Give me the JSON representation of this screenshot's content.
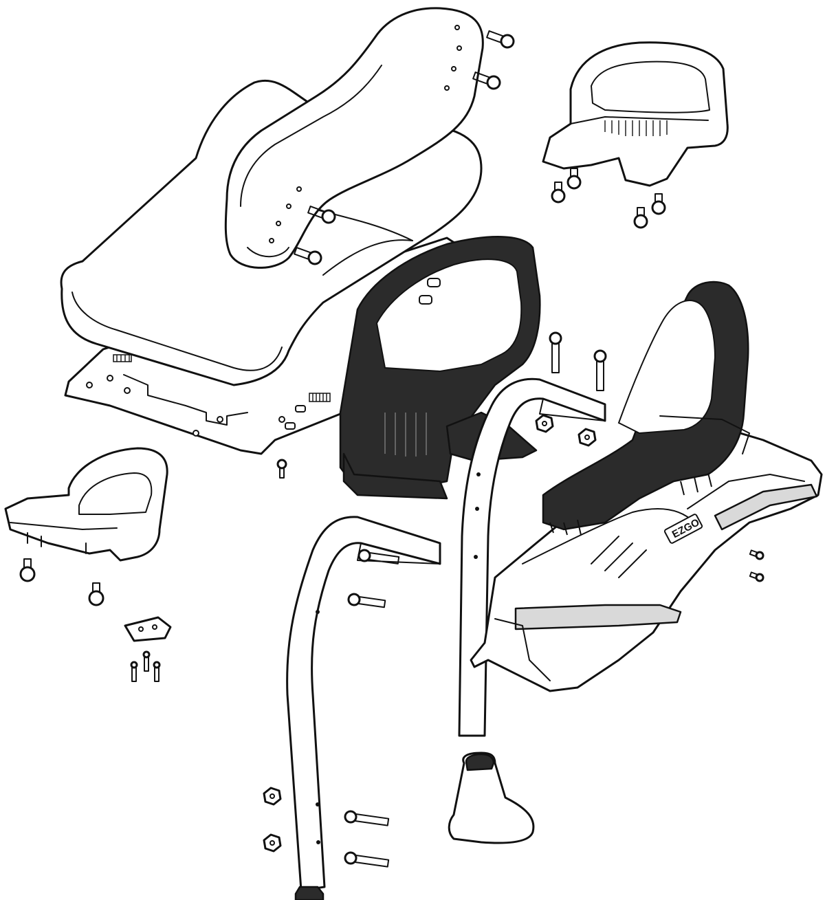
{
  "diagram": {
    "logo_text": "EZGO",
    "colors": {
      "outline": "#111111",
      "dark_part": "#2b2b2b",
      "light_fill": "#ffffff",
      "band": "#d9d9d9"
    },
    "parts": [
      "seat-bottom-cushion",
      "seat-back-cushion",
      "seat-support-plate",
      "hip-restraint-left-light",
      "hip-restraint-right-light",
      "hip-restraint-dark-left",
      "hip-restraint-dark-right",
      "seat-frame-assembly",
      "grab-bar-left",
      "grab-bar-right",
      "foot-cap"
    ]
  }
}
